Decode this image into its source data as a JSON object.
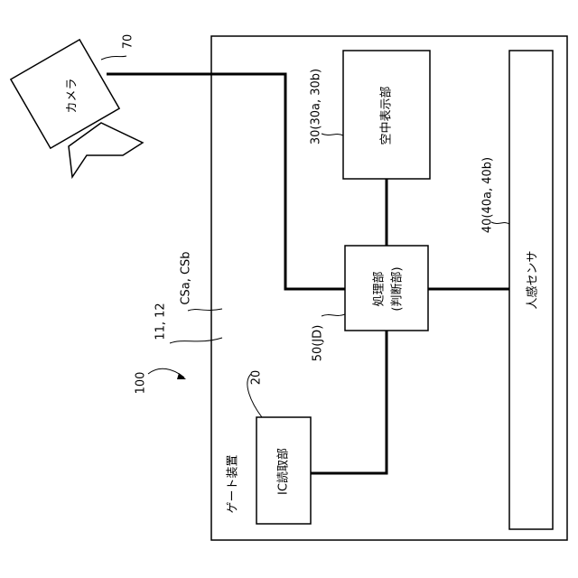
{
  "figure": {
    "camera": {
      "label": "カメラ",
      "ref": "70"
    },
    "gate": {
      "label": "ゲート装置"
    },
    "aerial_display": {
      "label": "空中表示部",
      "ref": "30(30a, 30b)"
    },
    "processing": {
      "label": "処理部",
      "sublabel": "(判断部)",
      "ref": "50(JD)"
    },
    "ic_reader": {
      "label": "IC読取部",
      "ref": "20"
    },
    "human_sensor": {
      "label": "人感センサ",
      "ref": "40(40a, 40b)"
    },
    "refs": {
      "system": "100",
      "walls": "11, 12",
      "surfaces": "CSa, CSb"
    }
  }
}
